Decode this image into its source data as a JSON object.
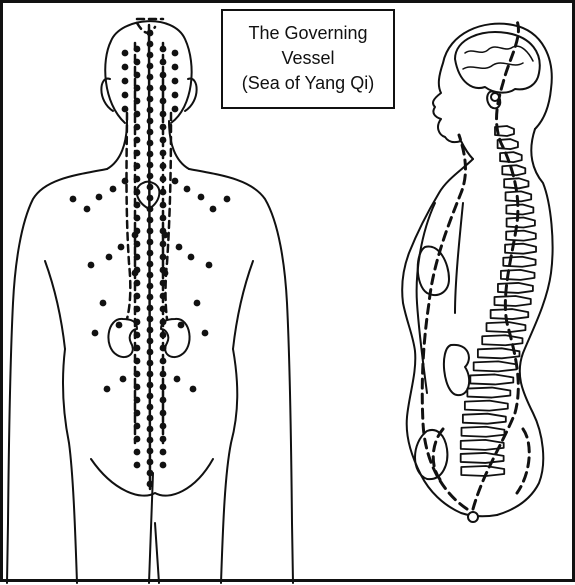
{
  "title": {
    "line1": "The Governing",
    "line2": "Vessel",
    "line3": "(Sea of Yang Qi)"
  },
  "views": {
    "back": {
      "name": "back-view"
    },
    "side": {
      "name": "side-view"
    }
  },
  "colors": {
    "line": "#111111",
    "background": "#ffffff"
  }
}
